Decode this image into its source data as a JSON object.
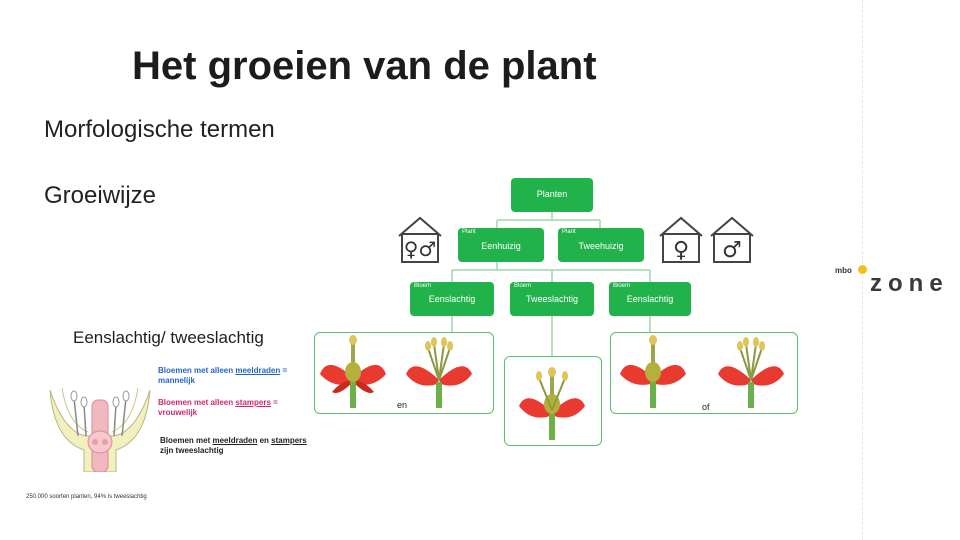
{
  "slide": {
    "title": "Het groeien van de plant",
    "bullets": [
      "Morfologische termen",
      "Groeiwijze"
    ]
  },
  "left_panel": {
    "heading": "Eenslachtig/ tweeslachtig",
    "note1": {
      "a": "Bloemen met alleen ",
      "b": "meeldraden",
      "c": " = mannelijk"
    },
    "note2": {
      "a": "Bloemen met alleen ",
      "b": "stampers",
      "c": " = vrouwelijk"
    },
    "note3": {
      "a": "Bloemen met ",
      "b": "meeldraden",
      "c": " en ",
      "d": "stampers",
      "e": " zijn tweeslachtig"
    },
    "footnote": "250.000 soorten planten, 94% is tweeslachtig"
  },
  "logo": {
    "prefix": "mbo",
    "name": "zone",
    "dot_color": "#f3c21a"
  },
  "diagram": {
    "node_color": "#22b24c",
    "root": "Planten",
    "level1": [
      {
        "label": "Plant",
        "text": "Eenhuizig"
      },
      {
        "label": "Plant",
        "text": "Tweehuizig"
      }
    ],
    "level2": [
      {
        "label": "Bloem",
        "text": "Eenslachtig"
      },
      {
        "label": "Bloem",
        "text": "Tweeslachtig"
      },
      {
        "label": "Bloem",
        "text": "Eenslachtig"
      }
    ],
    "connectors": {
      "and": "en",
      "or": "of"
    },
    "house_icons": [
      "female-male-symbol",
      "female-symbol",
      "male-symbol"
    ]
  }
}
